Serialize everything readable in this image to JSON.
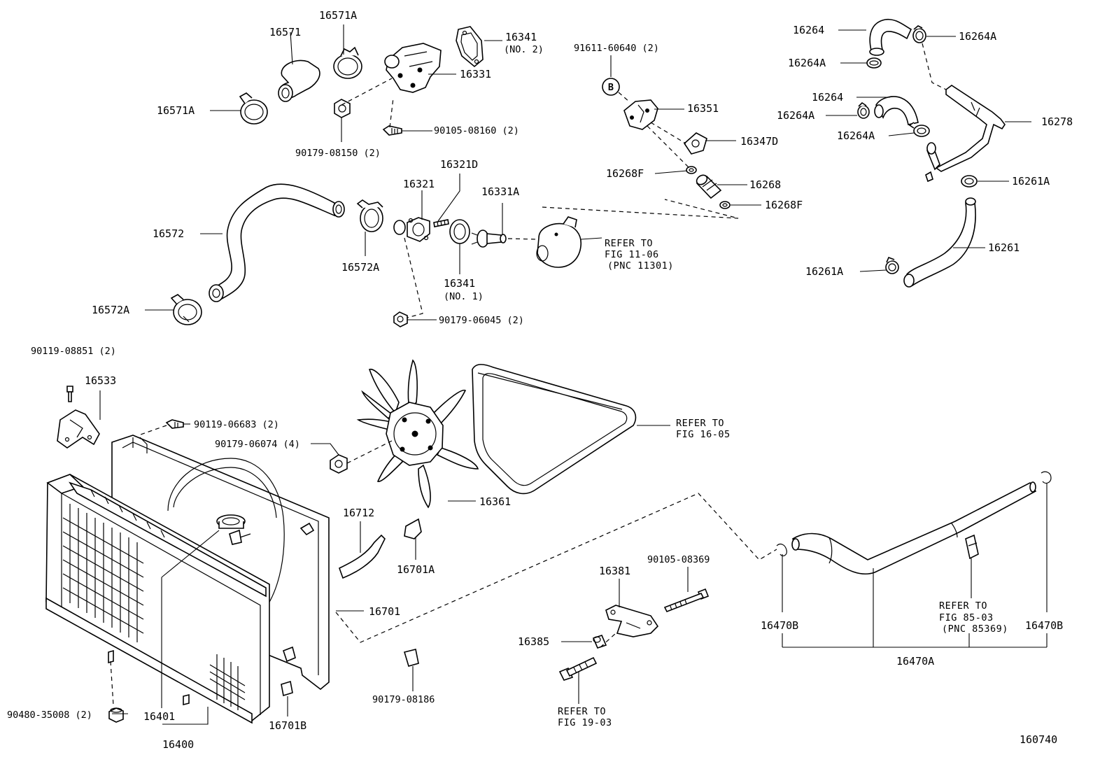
{
  "labels": {
    "p16571": "16571",
    "p16571A_top": "16571A",
    "p16571A_left": "16571A",
    "p16341_no2": "16341",
    "p16341_no2_sub": "(NO. 2)",
    "p16331": "16331",
    "p90105_08160": "90105-08160 (2)",
    "p90179_08150": "90179-08150 (2)",
    "p91611_60640": "91611-60640 (2)",
    "p16351": "16351",
    "p16347D": "16347D",
    "p16268F_left": "16268F",
    "p16268": "16268",
    "p16268F_right": "16268F",
    "p16264_top": "16264",
    "p16264A_1": "16264A",
    "p16264A_2": "16264A",
    "p16264_mid": "16264",
    "p16264A_3": "16264A",
    "p16264A_4": "16264A",
    "p16278": "16278",
    "p16261A_top": "16261A",
    "p16261": "16261",
    "p16261A_bottom": "16261A",
    "p16321D": "16321D",
    "p16321": "16321",
    "p16331A": "16331A",
    "p16572": "16572",
    "p16572A_mid": "16572A",
    "p16572A_bottom": "16572A",
    "p16341_no1": "16341",
    "p16341_no1_sub": "(NO. 1)",
    "p90179_06045": "90179-06045 (2)",
    "p90119_08851": "90119-08851 (2)",
    "p16533": "16533",
    "p90119_06683": "90119-06683 (2)",
    "p90179_06074": "90179-06074 (4)",
    "p16361": "16361",
    "p16712": "16712",
    "p16701A": "16701A",
    "p16701": "16701",
    "p16381": "16381",
    "p90105_08369": "90105-08369",
    "p16385": "16385",
    "p90179_08186": "90179-08186",
    "p16470B_left": "16470B",
    "p16470B_right": "16470B",
    "p16470A": "16470A",
    "p90480_35008": "90480-35008 (2)",
    "p16401": "16401",
    "p16400": "16400",
    "p16701B": "16701B",
    "marker_b": "B"
  },
  "references": {
    "ref_fig11": [
      "REFER TO",
      "FIG 11-06",
      "(PNC 11301)"
    ],
    "ref_fig16": [
      "REFER TO",
      "FIG 16-05"
    ],
    "ref_fig85": [
      "REFER TO",
      "FIG 85-03",
      "(PNC 85369)"
    ],
    "ref_fig19": [
      "REFER TO",
      "FIG 19-03"
    ]
  },
  "figure_number": "160740"
}
